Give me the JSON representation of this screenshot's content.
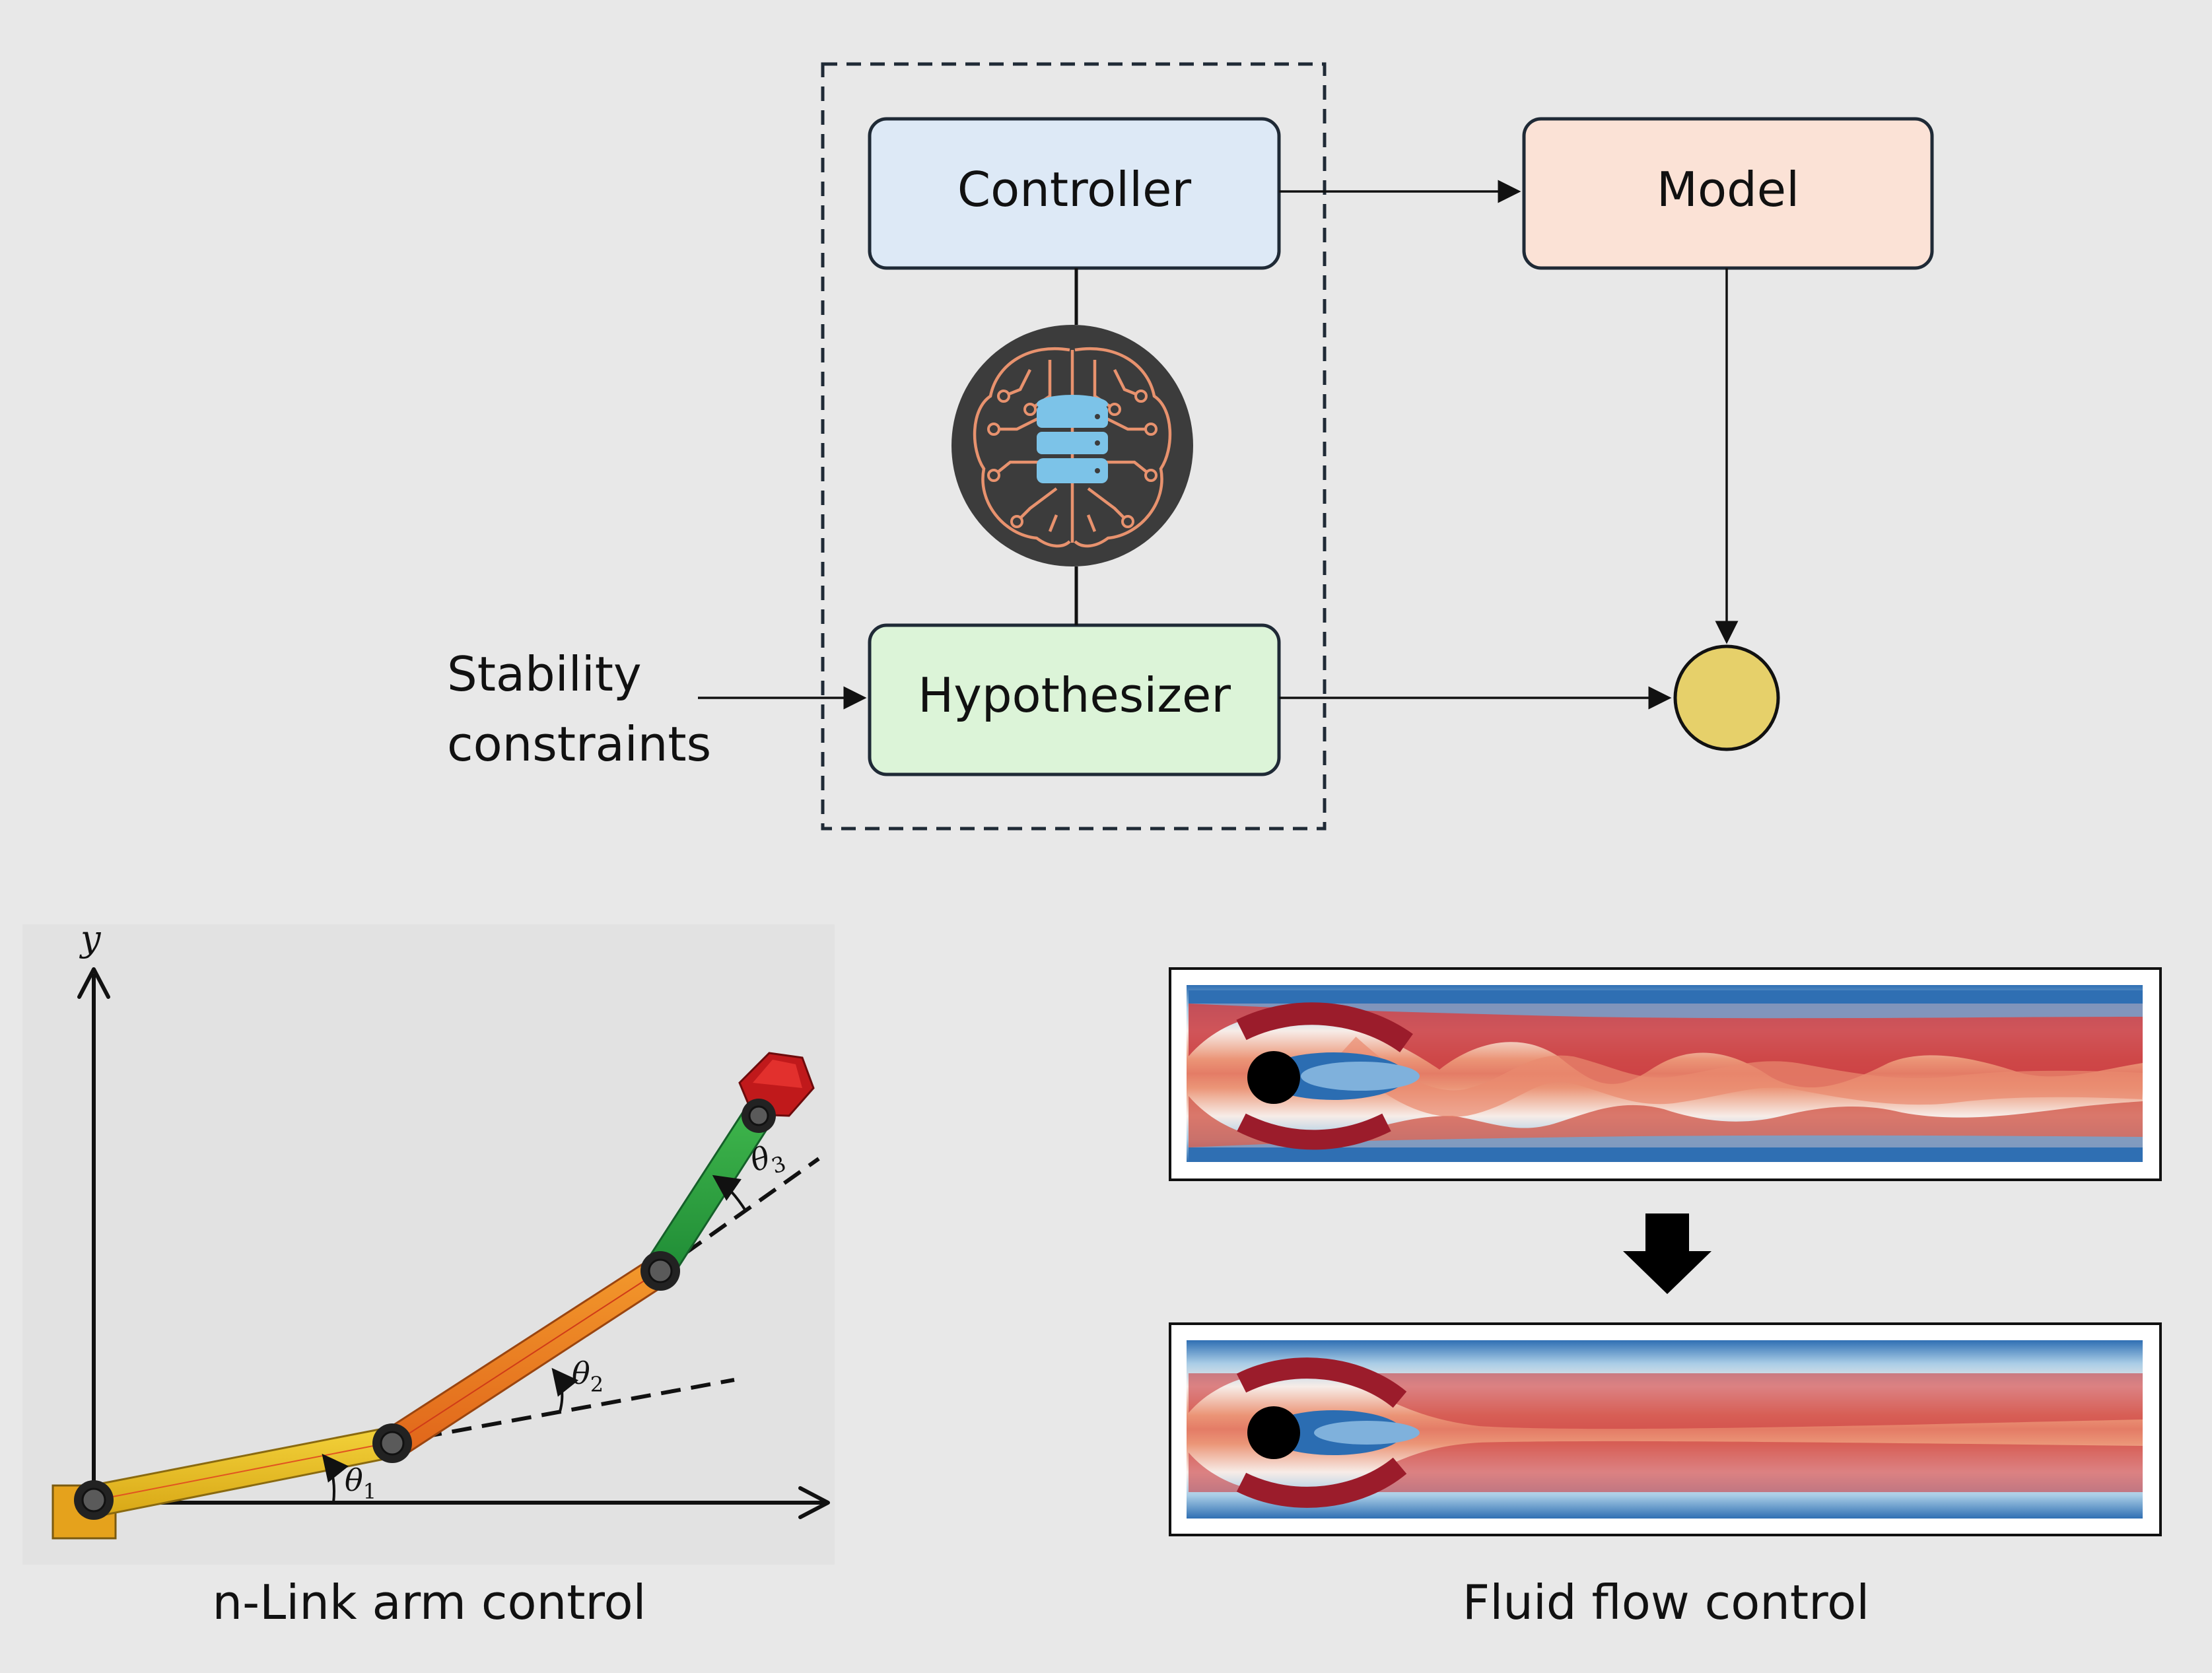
{
  "nodes": {
    "controller": "Controller",
    "model": "Model",
    "hypothesizer": "Hypothesizer",
    "stability_line1": "Stability",
    "stability_line2": "constraints"
  },
  "arm": {
    "axis_y": "y",
    "theta1": "θ",
    "theta1_sub": "1",
    "theta2": "θ",
    "theta2_sub": "2",
    "theta3": "θ",
    "theta3_sub": "3",
    "caption": "n-Link arm control"
  },
  "flow": {
    "caption": "Fluid flow control"
  },
  "icons": {
    "brain": "brain-database-icon",
    "output": "output-node-icon",
    "down_arrow": "down-arrow-icon"
  },
  "colors": {
    "controller_fill": "#dde9f6",
    "model_fill": "#fbe2d6",
    "hypothesizer_fill": "#dcf4d8",
    "output_fill": "#e6d06a",
    "brain_bg": "#3c3c3c",
    "brain_lines": "#e8926e",
    "db": "#7cc3e8"
  }
}
